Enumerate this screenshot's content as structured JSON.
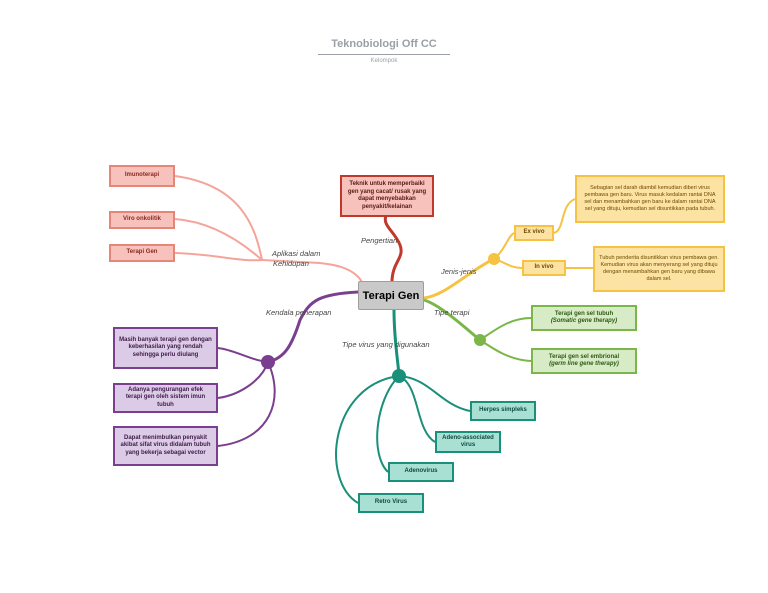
{
  "header": {
    "title": "Teknobiologi Off CC",
    "subtitle": "Kelompok"
  },
  "center": "Terapi Gen",
  "branches": {
    "pengertian": {
      "label": "Pengertian",
      "nodes": [
        "Teknik untuk memperbaiki gen yang cacat/ rusak yang dapat menyebabkan penyakit/kelainan"
      ]
    },
    "aplikasi": {
      "label_line1": "Aplikasi dalam",
      "label_line2": "Kehidupan",
      "nodes": [
        "Imunoterapi",
        "Viro onkolitik",
        "Terapi Gen"
      ]
    },
    "jenis": {
      "label": "Jenis-jenis",
      "nodes": [
        "Ex vivo",
        "In vivo"
      ],
      "details": [
        "Sebagian sel darah diambil kemudian diberi virus pembawa gen baru. Virus masuk kedalam rantai DNA sel dan menambahkan gen baru ke dalam rantai DNA sel yang dituju, kemudian sel disuntikkan pada tubuh.",
        "Tubuh penderita disuntikkan virus pembawa gen. Kemudian virus akan menyerang sel yang dituju dengan menambahkan gen baru yang dibawa dalam sel."
      ]
    },
    "tipe": {
      "label": "Tipe terapi",
      "nodes": [
        {
          "main": "Terapi gen sel tubuh",
          "sub": "(Somatic gene therapy)"
        },
        {
          "main": "Terapi gen sel embrional",
          "sub": "(germ line gene therapy)"
        }
      ]
    },
    "kendala": {
      "label": "Kendala penerapan",
      "nodes": [
        "Masih banyak terapi gen dengan keberhasilan yang rendah sehingga perlu diulang",
        "Adanya pengurangan efek terapi gen oleh sistem imun tubuh",
        "Dapat menimbulkan penyakit akibat sifat virus didalam tubuh yang bekerja sebagai vector"
      ]
    },
    "virus": {
      "label": "Tipe virus yang digunakan",
      "nodes": [
        "Herpes simpleks",
        "Adeno-associated virus",
        "Adenovirus",
        "Retro Virus"
      ]
    }
  },
  "colors": {
    "red": "#e88579",
    "crimson": "#c0392b",
    "yellow": "#f5c242",
    "green": "#7ab648",
    "purple": "#7b3f8f",
    "teal": "#1a8f7a"
  }
}
